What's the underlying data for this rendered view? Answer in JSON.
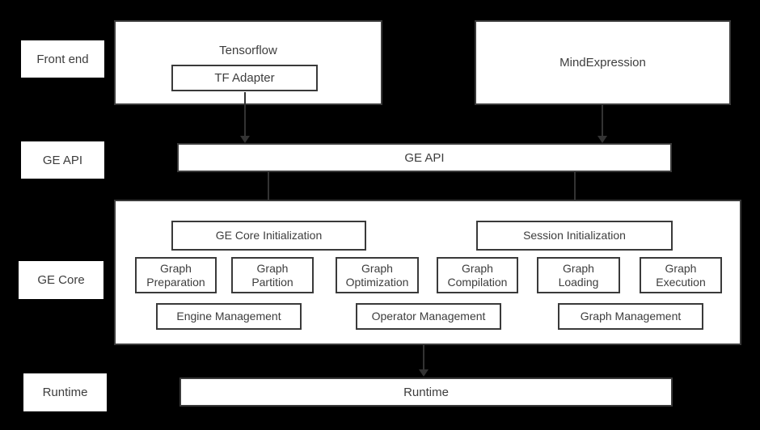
{
  "colors": {
    "background": "#000000",
    "box_fill": "#ffffff",
    "box_border": "#3a3a3a",
    "text": "#3d3d3d",
    "arrow": "#333333"
  },
  "layer_labels": {
    "front_end": "Front end",
    "ge_api": "GE API",
    "ge_core": "GE Core",
    "runtime": "Runtime"
  },
  "front_end": {
    "tensorflow_title": "Tensorflow",
    "tf_adapter": "TF Adapter",
    "mindexpression": "MindExpression"
  },
  "ge_api": {
    "label": "GE API"
  },
  "ge_core": {
    "init": [
      "GE Core Initialization",
      "Session Initialization"
    ],
    "stages": [
      "Graph Preparation",
      "Graph Partition",
      "Graph Optimization",
      "Graph Compilation",
      "Graph Loading",
      "Graph Execution"
    ],
    "management": [
      "Engine Management",
      "Operator Management",
      "Graph Management"
    ]
  },
  "runtime": {
    "label": "Runtime"
  }
}
